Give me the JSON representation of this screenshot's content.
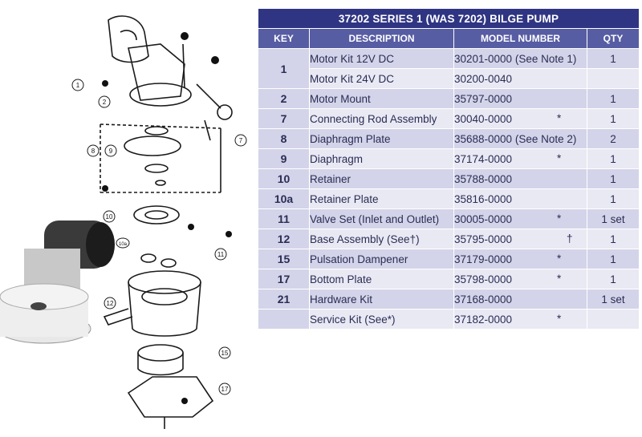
{
  "table": {
    "title": "37202 SERIES 1 (WAS 7202) BILGE PUMP",
    "headers": {
      "key": "KEY",
      "description": "DESCRIPTION",
      "model": "MODEL NUMBER",
      "qty": "QTY"
    },
    "rows": [
      {
        "key": "1",
        "description": "Motor Kit 12V DC",
        "model": "30201-0000 (See Note 1)",
        "mark": "",
        "qty": "1"
      },
      {
        "key": "",
        "description": "Motor Kit 24V DC",
        "model": "30200-0040",
        "mark": "",
        "qty": ""
      },
      {
        "key": "2",
        "description": "Motor Mount",
        "model": "35797-0000",
        "mark": "",
        "qty": "1"
      },
      {
        "key": "7",
        "description": "Connecting Rod Assembly",
        "model": "30040-0000",
        "mark": "*",
        "qty": "1"
      },
      {
        "key": "8",
        "description": "Diaphragm Plate",
        "model": "35688-0000 (See Note 2)",
        "mark": "",
        "qty": "2"
      },
      {
        "key": "9",
        "description": "Diaphragm",
        "model": "37174-0000",
        "mark": "*",
        "qty": "1"
      },
      {
        "key": "10",
        "description": "Retainer",
        "model": "35788-0000",
        "mark": "",
        "qty": "1"
      },
      {
        "key": "10a",
        "description": "Retainer Plate",
        "model": "35816-0000",
        "mark": "",
        "qty": "1"
      },
      {
        "key": "11",
        "description": "Valve Set (Inlet and Outlet)",
        "model": "30005-0000",
        "mark": "*",
        "qty": "1 set"
      },
      {
        "key": "12",
        "description": "Base Assembly  (See†)",
        "model": "35795-0000",
        "mark": "†",
        "qty": "1"
      },
      {
        "key": "15",
        "description": "Pulsation Dampener",
        "model": "37179-0000",
        "mark": "*",
        "qty": "1"
      },
      {
        "key": "17",
        "description": "Bottom Plate",
        "model": "35798-0000",
        "mark": "*",
        "qty": "1"
      },
      {
        "key": "21",
        "description": "Hardware Kit",
        "model": "37168-0000",
        "mark": "",
        "qty": "1 set"
      },
      {
        "key": "",
        "description": "Service Kit  (See*)",
        "model": "37182-0000",
        "mark": "*",
        "qty": ""
      }
    ]
  },
  "diagram": {
    "callouts": [
      "1",
      "2",
      "7",
      "8",
      "9",
      "10",
      "10a",
      "11",
      "12",
      "15",
      "17"
    ]
  }
}
